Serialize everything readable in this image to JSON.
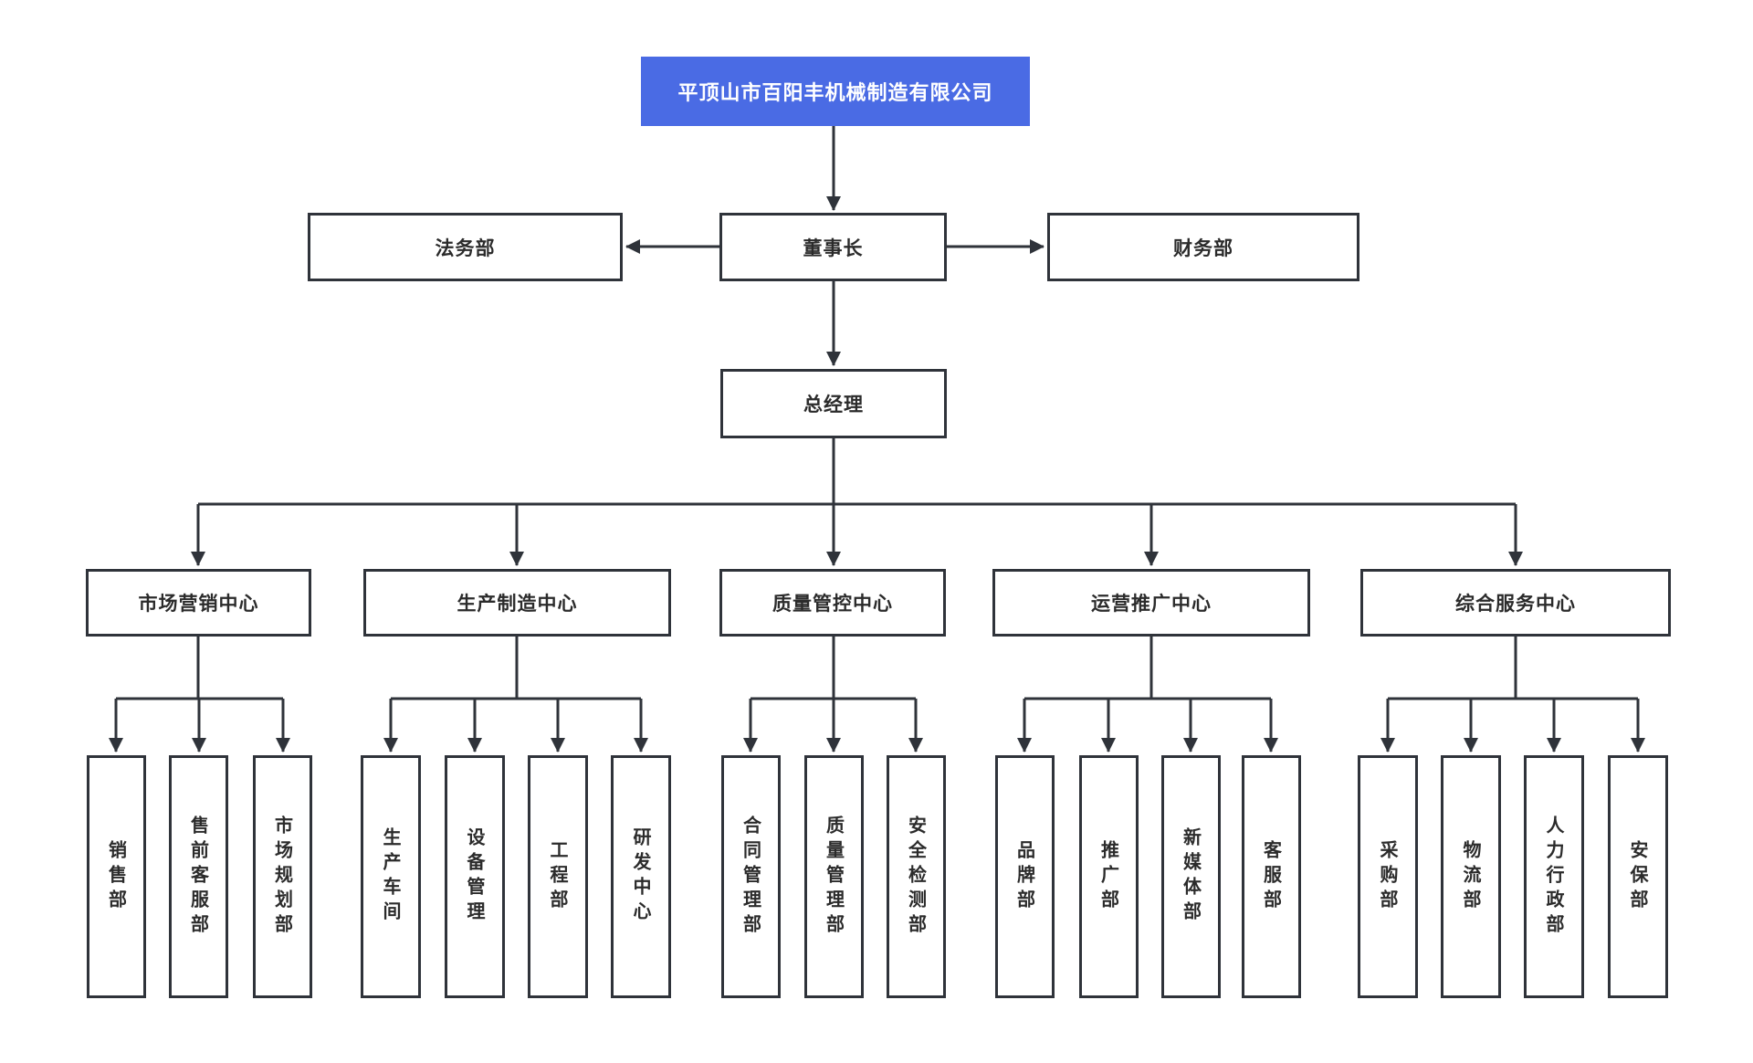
{
  "org_chart": {
    "title": "平顶山市百阳丰机械制造有限公司",
    "colors": {
      "root_bg": "#4a6be4",
      "root_text": "#ffffff",
      "line": "#2f333a",
      "box_border": "#2f333a",
      "box_bg": "#ffffff",
      "text": "#2b2b2b"
    },
    "level2": {
      "legal": {
        "label": "法务部"
      },
      "chairman": {
        "label": "董事长"
      },
      "finance": {
        "label": "财务部"
      }
    },
    "level3": {
      "general_manager": {
        "label": "总经理"
      }
    },
    "centers": [
      {
        "label": "市场营销中心",
        "departments": [
          {
            "label": "销售部"
          },
          {
            "label": "售前客服部"
          },
          {
            "label": "市场规划部"
          }
        ]
      },
      {
        "label": "生产制造中心",
        "departments": [
          {
            "label": "生产车间"
          },
          {
            "label": "设备管理"
          },
          {
            "label": "工程部"
          },
          {
            "label": "研发中心"
          }
        ]
      },
      {
        "label": "质量管控中心",
        "departments": [
          {
            "label": "合同管理部"
          },
          {
            "label": "质量管理部"
          },
          {
            "label": "安全检测部"
          }
        ]
      },
      {
        "label": "运营推广中心",
        "departments": [
          {
            "label": "品牌部"
          },
          {
            "label": "推广部"
          },
          {
            "label": "新媒体部"
          },
          {
            "label": "客服部"
          }
        ]
      },
      {
        "label": "综合服务中心",
        "departments": [
          {
            "label": "采购部"
          },
          {
            "label": "物流部"
          },
          {
            "label": "人力行政部"
          },
          {
            "label": "安保部"
          }
        ]
      }
    ]
  }
}
